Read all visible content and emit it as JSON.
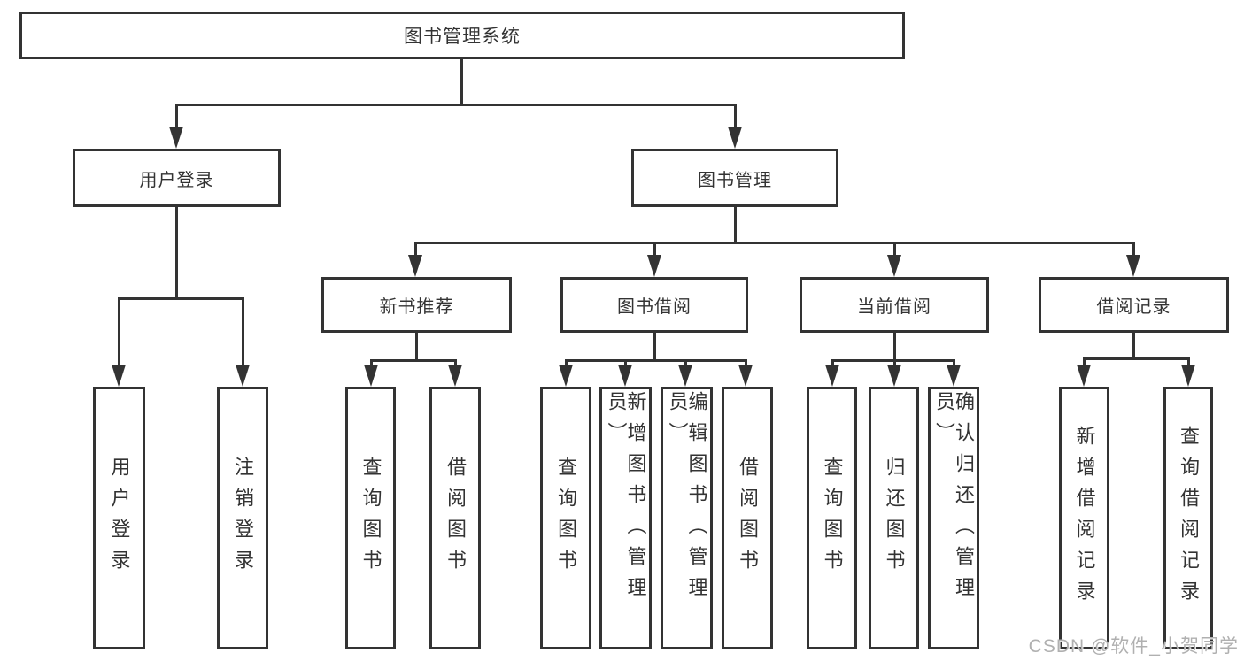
{
  "title": "图书管理系统",
  "watermark": "CSDN @软件_小贺同学",
  "colors": {
    "line": "#333333",
    "text": "#333333",
    "background": "#ffffff",
    "watermark": "#b0b0b0"
  },
  "tree": {
    "label": "图书管理系统",
    "children": [
      {
        "label": "用户登录",
        "children": [
          {
            "label": "用户登录"
          },
          {
            "label": "注销登录"
          }
        ]
      },
      {
        "label": "图书管理",
        "children": [
          {
            "label": "新书推荐",
            "children": [
              {
                "label": "查询图书"
              },
              {
                "label": "借阅图书"
              }
            ]
          },
          {
            "label": "图书借阅",
            "children": [
              {
                "label": "查询图书"
              },
              {
                "label": "新增图书（管理员）"
              },
              {
                "label": "编辑图书（管理员）"
              },
              {
                "label": "借阅图书"
              }
            ]
          },
          {
            "label": "当前借阅",
            "children": [
              {
                "label": "查询图书"
              },
              {
                "label": "归还图书"
              },
              {
                "label": "确认归还（管理员）"
              }
            ]
          },
          {
            "label": "借阅记录",
            "children": [
              {
                "label": "新增借阅记录"
              },
              {
                "label": "查询借阅记录"
              }
            ]
          }
        ]
      }
    ]
  }
}
